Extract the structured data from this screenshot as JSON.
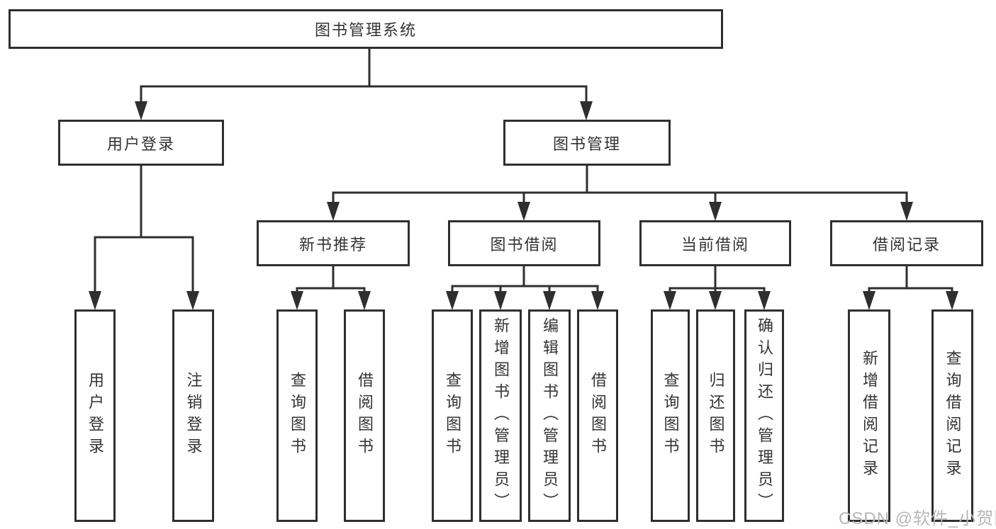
{
  "chart": {
    "tree": {
      "label": "图书管理系统",
      "children": [
        {
          "label": "用户登录",
          "children": [
            {
              "label": "用户登录"
            },
            {
              "label": "注销登录"
            }
          ]
        },
        {
          "label": "图书管理",
          "children": [
            {
              "label": "新书推荐",
              "children": [
                {
                  "label": "查询图书"
                },
                {
                  "label": "借阅图书"
                }
              ]
            },
            {
              "label": "图书借阅",
              "children": [
                {
                  "label": "查询图书"
                },
                {
                  "label": "新增图书（管理员）"
                },
                {
                  "label": "编辑图书（管理员）"
                },
                {
                  "label": "借阅图书"
                }
              ]
            },
            {
              "label": "当前借阅",
              "children": [
                {
                  "label": "查询图书"
                },
                {
                  "label": "归还图书"
                },
                {
                  "label": "确认归还（管理员）"
                }
              ]
            },
            {
              "label": "借阅记录",
              "children": [
                {
                  "label": "新增借阅记录"
                },
                {
                  "label": "查询借阅记录"
                }
              ]
            }
          ]
        }
      ]
    },
    "watermark": "CSDN @软件_小贺同学",
    "colors": {
      "line": "#2f2f2f",
      "box_border": "#2f2f2f",
      "box_bg": "#ffffff",
      "text": "#333333",
      "watermark": "#b7b7b7",
      "background": "#ffffff"
    }
  }
}
